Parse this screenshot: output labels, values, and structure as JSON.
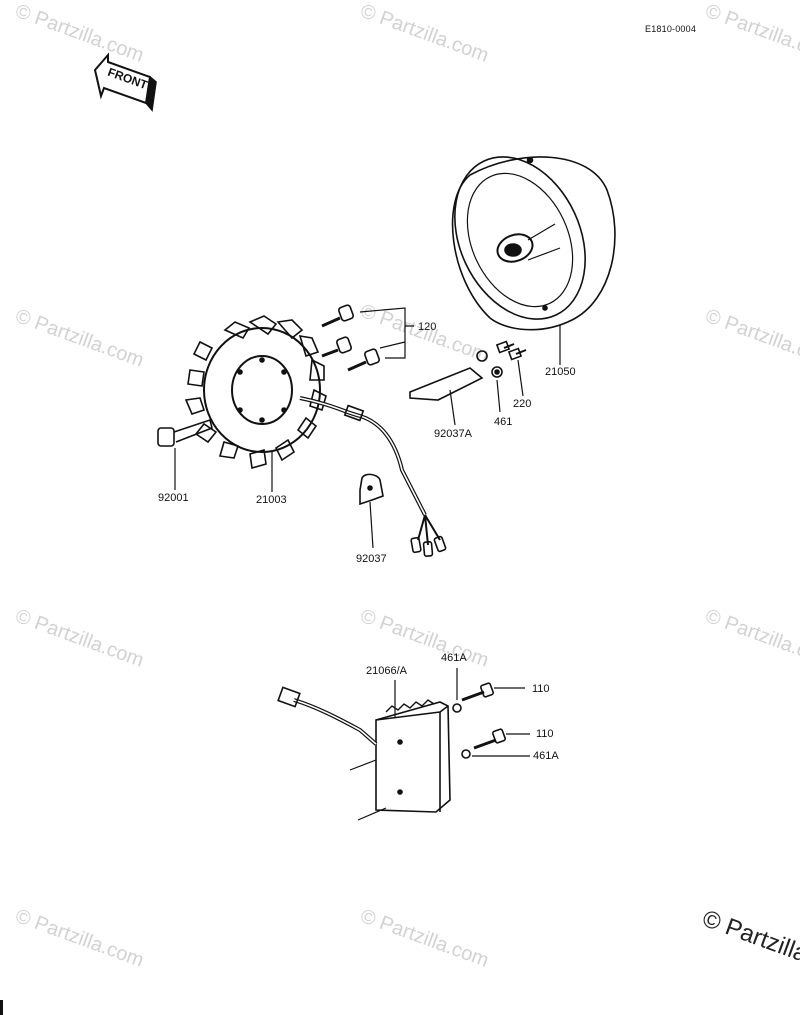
{
  "diagram": {
    "code": "E1810-0004",
    "front_label": "FRONT",
    "parts": {
      "p120": "120",
      "p21050": "21050",
      "p220": "220",
      "p461": "461",
      "p92037A": "92037A",
      "p92001": "92001",
      "p21003": "21003",
      "p92037": "92037",
      "p21066A": "21066/A",
      "p461A_top": "461A",
      "p110_top": "110",
      "p110_bottom": "110",
      "p461A_bottom": "461A"
    }
  },
  "watermark": {
    "text": "© Partzilla.com",
    "corner_text": "© Partzilla"
  },
  "colors": {
    "ink": "#111111",
    "watermark": "#d2d2d2"
  }
}
